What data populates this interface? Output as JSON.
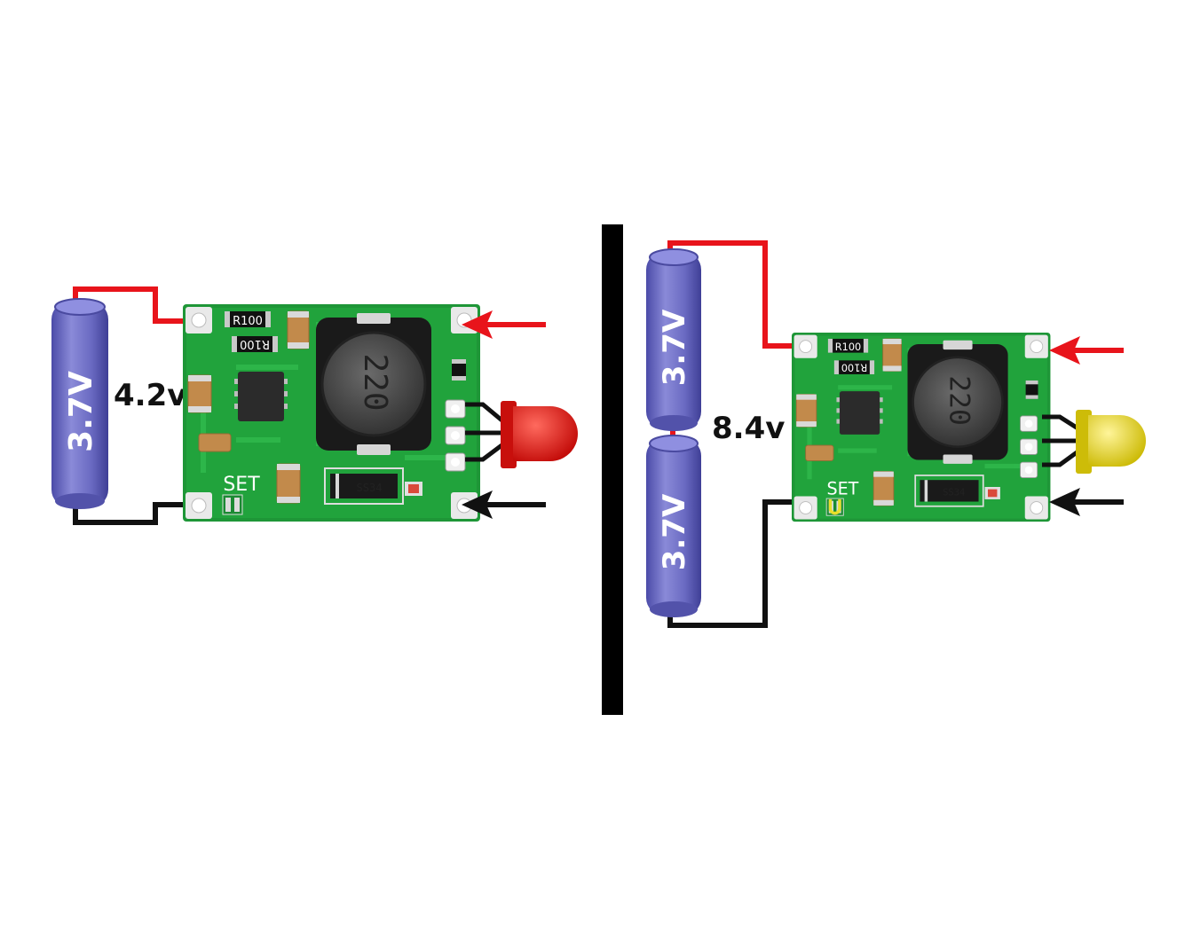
{
  "left_circuit": {
    "battery_label": "3.7V",
    "voltage_label": "4.2v",
    "board": {
      "resistor_1": "R100",
      "resistor_2": "R100",
      "inductor": "220",
      "diode": "SS34",
      "set_label": "SET"
    },
    "led_color": "#d81a16"
  },
  "right_circuit": {
    "battery_top_label": "3.7V",
    "battery_bottom_label": "3.7V",
    "voltage_label": "8.4v",
    "board": {
      "resistor_1": "R100",
      "resistor_2": "R100",
      "inductor": "220",
      "diode": "SS34",
      "set_label": "SET"
    },
    "led_color": "#e6d40e"
  },
  "colors": {
    "positive_wire": "#e8141b",
    "negative_wire": "#111111",
    "battery": "#6f6fc4",
    "pcb": "#1f9a3a",
    "divider": "#000000"
  }
}
